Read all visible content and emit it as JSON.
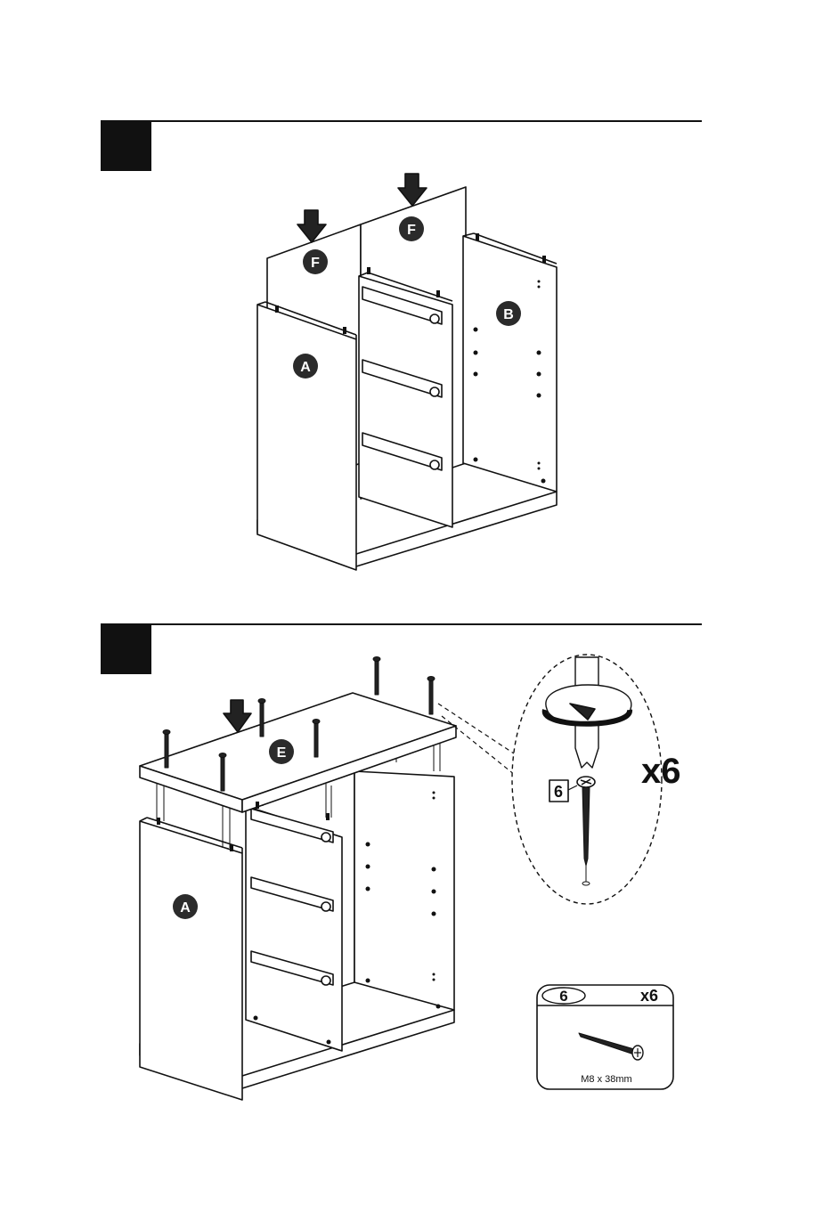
{
  "step1": {
    "labels": {
      "f_left": "F",
      "f_right": "F",
      "a": "A",
      "b": "B"
    }
  },
  "step2": {
    "labels": {
      "e": "E",
      "a": "A"
    },
    "callout": {
      "part_number": "6",
      "quantity": "x6"
    }
  },
  "parts_box": {
    "part_number": "6",
    "quantity": "x6",
    "size": "M8 x 38mm"
  },
  "colors": {
    "ink": "#111111",
    "paper": "#ffffff",
    "badge": "#2b2b2b"
  }
}
